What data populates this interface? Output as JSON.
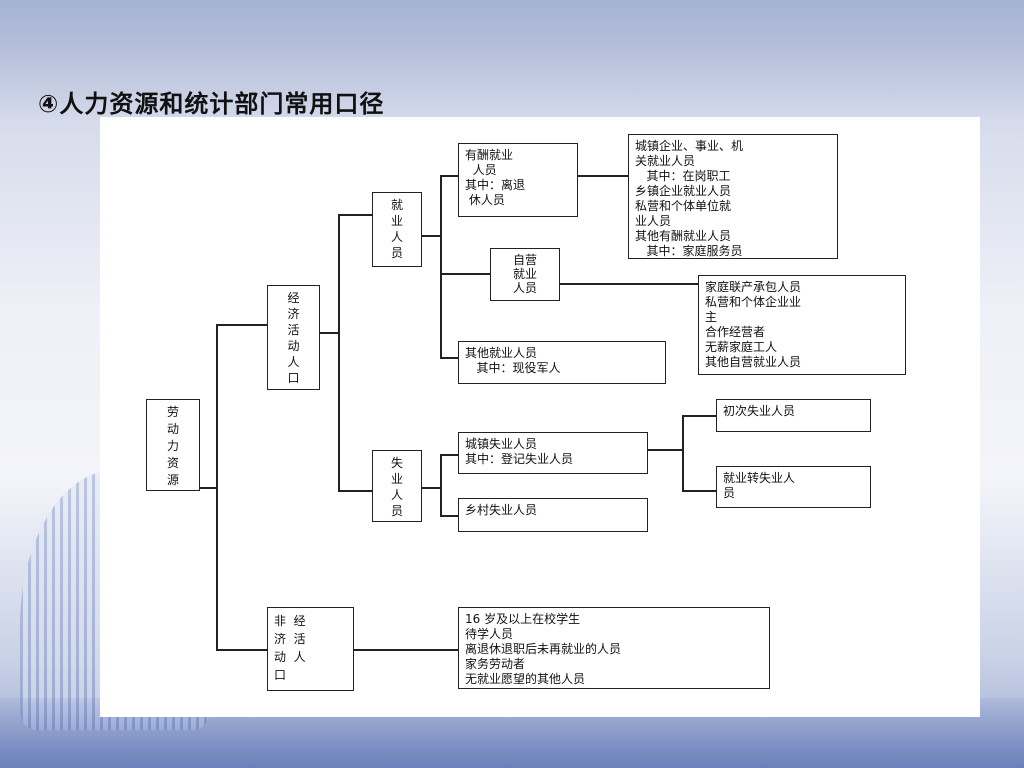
{
  "slide": {
    "title": "④人力资源和统计部门常用口径"
  },
  "diagram": {
    "root": "劳\n动\n力\n资\n源",
    "econ_active": "经\n济\n活\n动\n人\n口",
    "non_econ_active": "非  经\n济  活\n动  人\n口",
    "employed": "就\n业\n人\n员",
    "unemployed": "失\n业\n人\n员",
    "paid_employed": "有酬就业\n  人员\n其中：离退\n 休人员",
    "self_employed": "自营\n就业\n人员",
    "other_employed": "其他就业人员\n   其中：现役军人",
    "urban_unemployed": "城镇失业人员\n其中：登记失业人员",
    "rural_unemployed": "乡村失业人员",
    "paid_detail": "城镇企业、事业、机\n关就业人员\n   其中：在岗职工\n乡镇企业就业人员\n私营和个体单位就\n业人员\n其他有酬就业人员\n   其中：家庭服务员",
    "self_detail": "家庭联产承包人员\n私营和个体企业业\n主\n合作经营者\n无薪家庭工人\n其他自营就业人员",
    "first_unemployed": "初次失业人员",
    "transfer_unemployed": "就业转失业人\n员",
    "non_active_detail": "16 岁及以上在校学生\n待学人员\n离退休退职后未再就业的人员\n家务劳动者\n无就业愿望的其他人员"
  }
}
